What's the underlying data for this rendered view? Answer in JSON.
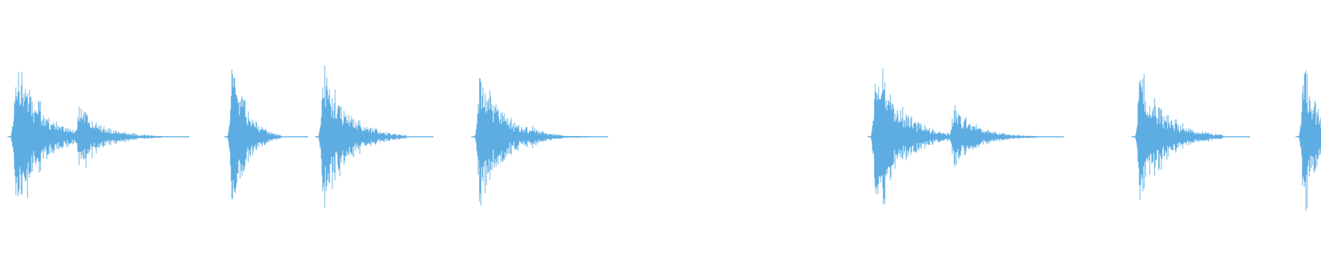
{
  "waveform": {
    "color": "#5dade2",
    "background": "#ffffff",
    "bursts": [
      {
        "center": 0.012,
        "amplitude": 0.8,
        "decay": "long"
      },
      {
        "center": 0.06,
        "amplitude": 0.32,
        "decay": "long"
      },
      {
        "center": 0.176,
        "amplitude": 0.82,
        "decay": "short"
      },
      {
        "center": 0.245,
        "amplitude": 0.68,
        "decay": "long"
      },
      {
        "center": 0.363,
        "amplitude": 0.62,
        "decay": "long"
      },
      {
        "center": 0.403,
        "amplitude": 0.1,
        "decay": "short"
      },
      {
        "center": 0.663,
        "amplitude": 0.8,
        "decay": "long"
      },
      {
        "center": 0.722,
        "amplitude": 0.28,
        "decay": "long"
      },
      {
        "center": 0.863,
        "amplitude": 0.68,
        "decay": "long"
      },
      {
        "center": 0.987,
        "amplitude": 0.75,
        "decay": "short"
      }
    ]
  }
}
